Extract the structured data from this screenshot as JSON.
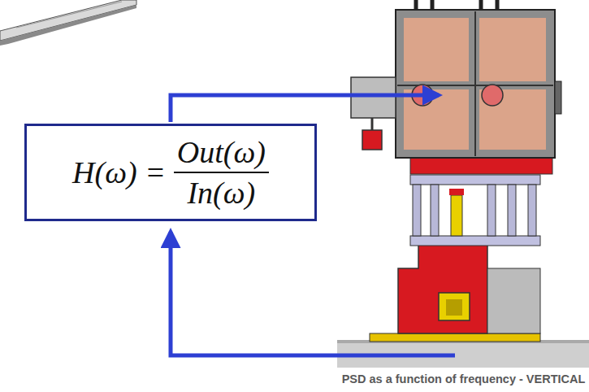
{
  "diagram": {
    "caption": "PSD as a function of frequency - VERTICAL",
    "nodes": [
      {
        "text": [
          "H(ω) =",
          "Out(ω)",
          "In(ω)"
        ]
      }
    ]
  }
}
